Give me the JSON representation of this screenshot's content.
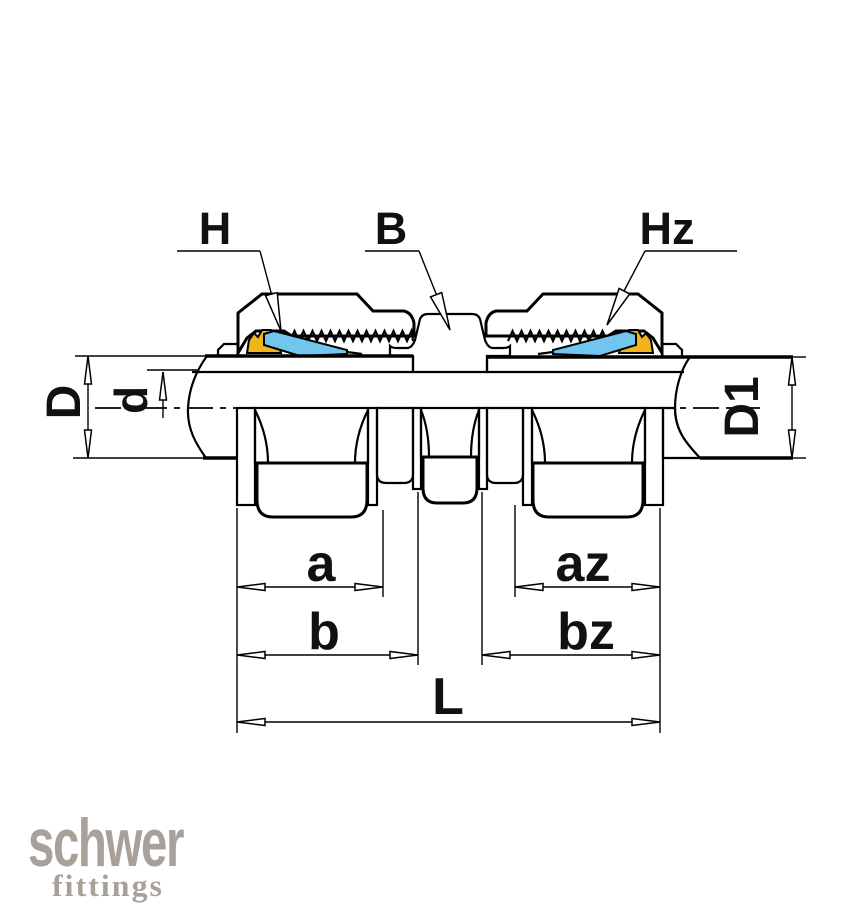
{
  "callouts": {
    "left_nut": "H",
    "center_body": "B",
    "right_nut": "Hz"
  },
  "dimensions": {
    "outer_diameter_left": "D",
    "inner_diameter_left": "d",
    "outer_diameter_right": "D1",
    "a": "a",
    "az": "az",
    "b": "b",
    "bz": "bz",
    "overall_length": "L"
  },
  "logo": {
    "name": "schwer",
    "subtitle": "fittings"
  },
  "colors": {
    "front_ferrule": "#70c6ec",
    "back_ferrule": "#f2b41c",
    "logo_gray": "#a8a19a",
    "outline": "#000000"
  }
}
